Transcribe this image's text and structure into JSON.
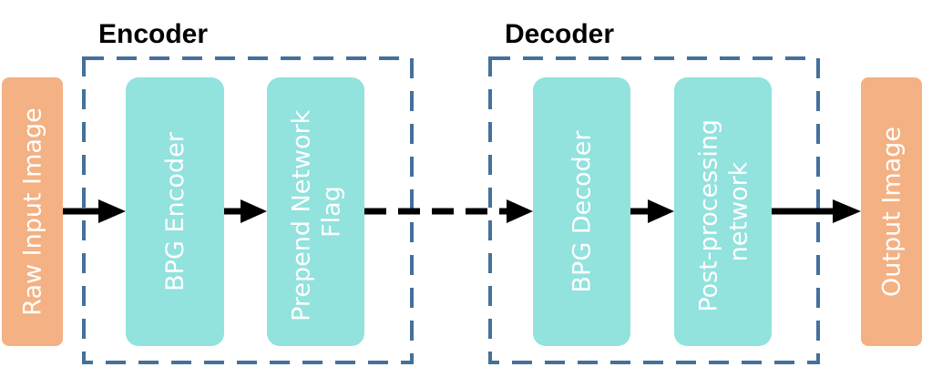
{
  "colors": {
    "io_block": "#F4B183",
    "process_block": "#92E2DE",
    "group_border": "#44719A",
    "arrow": "#000000",
    "label_text": "#ffffff",
    "title_text": "#000000"
  },
  "encoder": {
    "title": "Encoder"
  },
  "decoder": {
    "title": "Decoder"
  },
  "blocks": {
    "raw_input": {
      "lines": [
        "Raw Input Image"
      ]
    },
    "bpg_encoder": {
      "lines": [
        "BPG Encoder"
      ]
    },
    "prepend_flag": {
      "lines": [
        "Prepend Network",
        "Flag"
      ]
    },
    "bpg_decoder": {
      "lines": [
        "BPG Decoder"
      ]
    },
    "post_processing": {
      "lines": [
        "Post-processing",
        "network"
      ]
    },
    "output_image": {
      "lines": [
        "Output Image"
      ]
    }
  }
}
